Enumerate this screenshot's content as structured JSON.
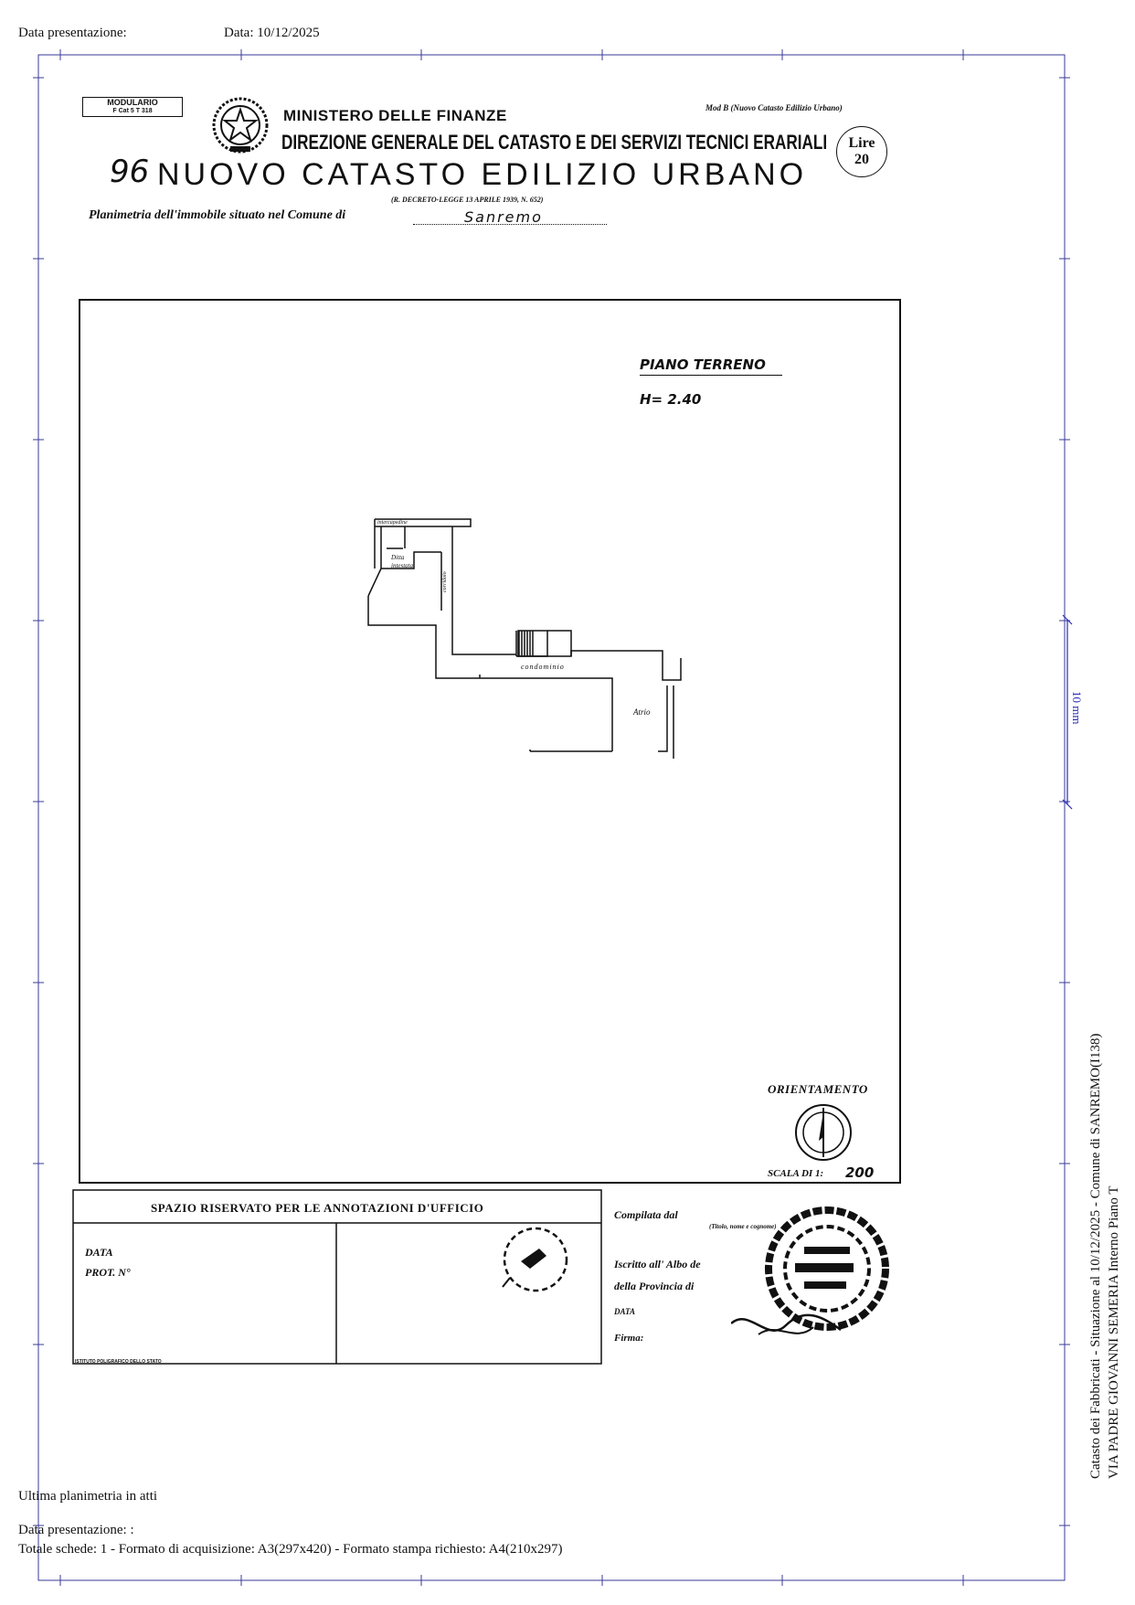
{
  "header": {
    "presentation_label": "Data presentazione:",
    "date_label": "Data: 10/12/2025"
  },
  "form_header": {
    "modulario_title": "MODULARIO",
    "modulario_code": "F   Cat  5  T     318",
    "ministry": "MINISTERO DELLE FINANZE",
    "directorate": "DIREZIONE GENERALE DEL CATASTO E DEI SERVIZI TECNICI ERARIALI",
    "mod_label": "Mod B (Nuovo Catasto Edilizio Urbano)",
    "sheet_number": "96",
    "register_title": "NUOVO CATASTO EDILIZIO URBANO",
    "decree": "(R. DECRETO-LEGGE 13 APRILE 1939, N. 652)",
    "lire_label": "Lire",
    "lire_value": "20",
    "planimetry_label": "Planimetria dell'immobile situato nel Comune di",
    "comune": "Sanremo"
  },
  "plan": {
    "floor_title": "PIANO TERRENO",
    "height": "H= 2.40",
    "room_labels": {
      "intercapedine": "intercapedine",
      "ditta": "Ditta",
      "intestata": "intestata",
      "corridoio": "corridoio",
      "condominio": "condominio",
      "atrio": "Atrio"
    },
    "orientation_label": "ORIENTAMENTO",
    "scale_label": "SCALA DI 1:",
    "scale_value": "200"
  },
  "annotations": {
    "reserved_title": "SPAZIO RISERVATO PER LE ANNOTAZIONI D'UFFICIO",
    "data_label": "DATA",
    "prot_label": "PROT. N°",
    "printer": "ISTITUTO POLIGRAFICO DELLO STATO",
    "compilata_label": "Compilata dal",
    "titolo_note": "(Titolo, nome e cognome)",
    "iscritto_label": "Iscritto all' Albo de",
    "provincia_label": "della Provincia di",
    "data2_label": "DATA",
    "firma_label": "Firma:"
  },
  "measure": {
    "label": "10 mm"
  },
  "side_text": {
    "line1": "Catasto dei Fabbricati - Situazione al 10/12/2025 - Comune di SANREMO(I138)",
    "line2": "VIA PADRE GIOVANNI SEMERIA   Interno    Piano T"
  },
  "footer": {
    "last_plan": "Ultima planimetria in atti",
    "presentation": "Data presentazione: :",
    "totals": "Totale schede: 1 - Formato di acquisizione: A3(297x420)  - Formato stampa richiesto: A4(210x297)"
  },
  "colors": {
    "frame": "#3a3a9a",
    "ink": "#111111",
    "measure": "#2b2bb5"
  }
}
